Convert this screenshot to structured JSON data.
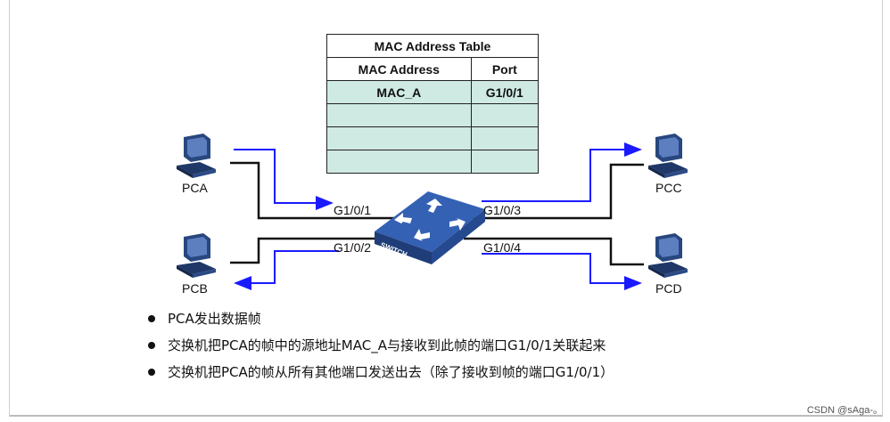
{
  "mac_table": {
    "title": "MAC Address Table",
    "headers": [
      "MAC Address",
      "Port"
    ],
    "rows": [
      [
        "MAC_A",
        "G1/0/1"
      ],
      [
        "",
        ""
      ],
      [
        "",
        ""
      ],
      [
        "",
        ""
      ]
    ]
  },
  "pcs": {
    "pca": "PCA",
    "pcb": "PCB",
    "pcc": "PCC",
    "pcd": "PCD"
  },
  "ports": {
    "p1": "G1/0/1",
    "p2": "G1/0/2",
    "p3": "G1/0/3",
    "p4": "G1/0/4"
  },
  "switch_label": "SWITCH",
  "bullets": [
    "PCA发出数据帧",
    "交换机把PCA的帧中的源地址MAC_A与接收到此帧的端口G1/0/1关联起来",
    "交换机把PCA的帧从所有其他端口发送出去（除了接收到帧的端口G1/0/1）"
  ],
  "watermark": "CSDN @sAga-。",
  "colors": {
    "arrow": "#1a1aff",
    "cable": "#111111",
    "switch": "#2a4f9a",
    "table_row": "#cfe9e3"
  },
  "icons": [
    "pc-icon",
    "switch-icon"
  ]
}
